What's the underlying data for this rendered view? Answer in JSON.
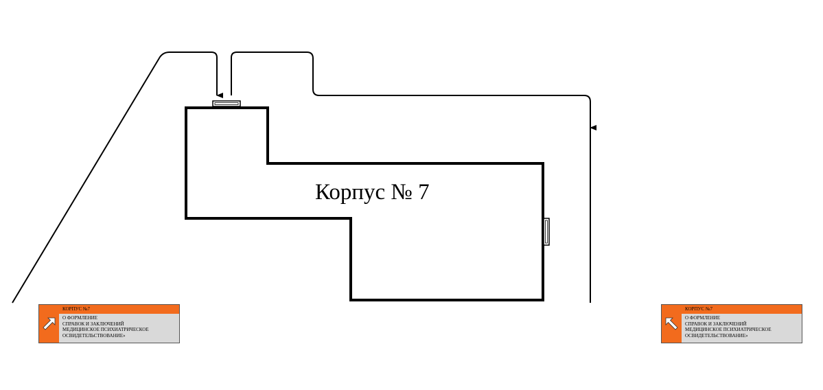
{
  "map": {
    "building_label": "Корпус № 7"
  },
  "signs": {
    "left": {
      "title": "КОРПУС №7",
      "lines": [
        "О ФОРМЛЕНИЕ",
        "СПРАВОК И ЗАКЛЮЧЕНИЙ",
        "МЕДИЦИНСКОЕ ПСИХИАТРИЧЕСКОЕ",
        "ОСВИДЕТЕЛЬСТВОВАНИЕ»"
      ],
      "arrow": "up-right-arrow-icon"
    },
    "right": {
      "title": "КОРПУС №7",
      "lines": [
        "О ФОРМЛЕНИЕ",
        "СПРАВОК И ЗАКЛЮЧЕНИЙ",
        "МЕДИЦИНСКОЕ ПСИХИАТРИЧЕСКОЕ",
        "ОСВИДЕТЕЛЬСТВОВАНИЕ»"
      ],
      "arrow": "up-left-arrow-icon"
    }
  },
  "colors": {
    "sign_accent": "#f26b1d",
    "sign_background": "#d9d9d9",
    "walls": "#000000"
  }
}
